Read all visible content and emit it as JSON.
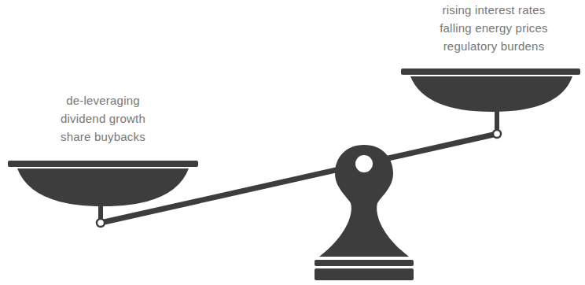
{
  "diagram": {
    "labels": [
      "de-leveraging",
      "dividend growth",
      "share buybacks",
      "rising interest rates",
      "falling energy prices",
      "regulatory burdens"
    ]
  }
}
